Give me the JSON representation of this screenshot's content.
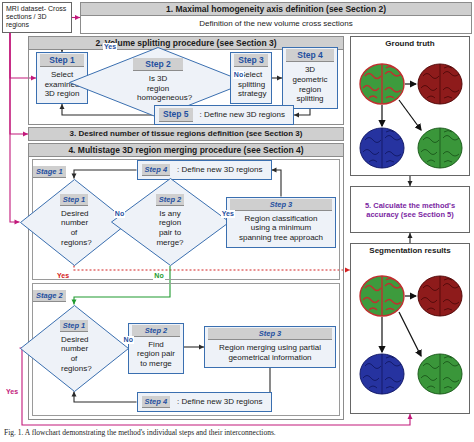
{
  "diagram": {
    "caption": "Fig. 1. A flowchart demonstrating the method's individual steps and their interconnections.",
    "nodes": [
      {
        "text": [
          "MRI dataset- Cross sections / 3D regions"
        ]
      },
      {
        "text": [
          "1. Maximal homogeneity axis definition (see Section 2)",
          "Definition of the new volume cross sections"
        ]
      },
      {
        "text": [
          "2. Volume splitting procedure (see Section 3)"
        ]
      },
      {
        "text": [
          "Step 1",
          "Select examined 3D region"
        ],
        "in": 2
      },
      {
        "text": [
          "Step 2",
          "Is 3D region homogeneous?"
        ],
        "in": 2
      },
      {
        "text": [
          "Step 3",
          "Select splitting strategy"
        ],
        "in": 2
      },
      {
        "text": [
          "Step 4",
          "3D geometric region splitting"
        ],
        "in": 2
      },
      {
        "text": [
          "Step 5",
          ": Define new 3D regions"
        ],
        "in": 2
      },
      {
        "text": [
          "Ground truth"
        ]
      },
      {
        "text": [
          "3. Desired number of tissue regions definition (see Section 3)"
        ]
      },
      {
        "text": [
          "4. Multistage 3D region merging procedure (see Section 4)"
        ]
      },
      {
        "text": [
          "Stage 1"
        ],
        "in": 10
      },
      {
        "text": [
          "Step 4",
          ": Define new 3D regions"
        ],
        "in": 11
      },
      {
        "text": [
          "Step 1",
          "Desired number of regions?"
        ],
        "in": 11
      },
      {
        "text": [
          "Step 2",
          "Is any region pair to merge?"
        ],
        "in": 11
      },
      {
        "text": [
          "Step 3",
          "Region classification using a minimum spanning tree approach"
        ],
        "in": 11
      },
      {
        "text": [
          "Stage 2"
        ],
        "in": 10
      },
      {
        "text": [
          "Step 1",
          "Desired number of regions?"
        ],
        "in": 16
      },
      {
        "text": [
          "Step 2",
          "Find region pair to merge"
        ],
        "in": 16
      },
      {
        "text": [
          "Step 3",
          "Region merging using partial geometrical information"
        ],
        "in": 16
      },
      {
        "text": [
          "Step 4",
          ": Define new 3D regions"
        ],
        "in": 16
      },
      {
        "text": [
          "5. Calculate the method's accuracy (see Section 5)"
        ]
      },
      {
        "text": [
          "Segmentation results"
        ]
      }
    ],
    "edges": [
      {
        "from": 0,
        "to": 1,
        "arrow": "to"
      },
      {
        "from": 0,
        "to": 3,
        "arrow": "to"
      },
      {
        "from": 0,
        "to": 9,
        "arrow": "to"
      },
      {
        "from": 0,
        "to": 13,
        "arrow": "to"
      },
      {
        "from": 3,
        "to": 4,
        "arrow": "to"
      },
      {
        "from": 4,
        "to": 5,
        "label": "No",
        "arrow": "to"
      },
      {
        "from": 4,
        "to": 3,
        "label": "Yes",
        "arrow": "to"
      },
      {
        "from": 5,
        "to": 6,
        "arrow": "to"
      },
      {
        "from": 6,
        "to": 7,
        "arrow": "to"
      },
      {
        "from": 7,
        "to": 3,
        "arrow": "to"
      },
      {
        "from": 13,
        "to": 14,
        "label": "No",
        "arrow": "to"
      },
      {
        "from": 14,
        "to": 15,
        "label": "Yes",
        "arrow": "to"
      },
      {
        "from": 15,
        "to": 12,
        "arrow": "to"
      },
      {
        "from": 12,
        "to": 13,
        "arrow": "to"
      },
      {
        "from": 13,
        "to": 22,
        "label": "Yes",
        "arrow": "to"
      },
      {
        "from": 14,
        "to": 17,
        "label": "No",
        "arrow": "to"
      },
      {
        "from": 17,
        "to": 18,
        "label": "No",
        "arrow": "to"
      },
      {
        "from": 18,
        "to": 19,
        "arrow": "to"
      },
      {
        "from": 19,
        "to": 20,
        "arrow": "to"
      },
      {
        "from": 20,
        "to": 17,
        "arrow": "to"
      },
      {
        "from": 17,
        "to": 22,
        "label": "Yes",
        "arrow": "to"
      },
      {
        "from": 8,
        "to": 21,
        "arrow": "to"
      },
      {
        "from": 22,
        "to": 21,
        "arrow": "to"
      }
    ]
  }
}
